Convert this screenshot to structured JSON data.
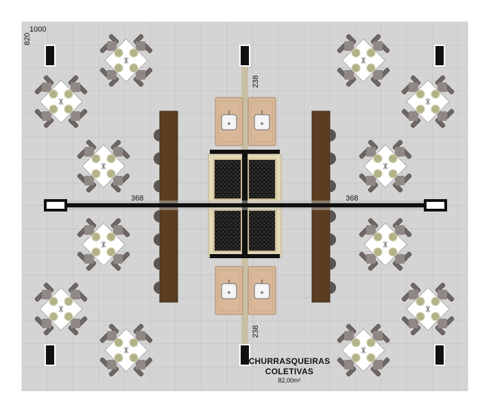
{
  "plan": {
    "dim_width": "1000",
    "dim_height": "820",
    "dim_horizontal_left": "368",
    "dim_horizontal_right": "368",
    "dim_vertical_top": "238",
    "dim_vertical_bottom": "238",
    "title_line1": "CHURRASQUEIRAS",
    "title_line2": "COLETIVAS",
    "area": "82,00m²"
  },
  "colors": {
    "floor": "#d3d3d3",
    "grid": "#bdbdbd",
    "wood": "#5a3e22",
    "stone": "#d8b898",
    "charcoal": "#1a1a1a",
    "chair": "#6e6663",
    "table_top": "#ffffff",
    "plate": "#b5b48a"
  },
  "icons": {
    "table_set": "table-with-four-chairs-icon",
    "sink": "sink-icon",
    "pillar": "pillar-icon",
    "stool": "stool-icon"
  }
}
